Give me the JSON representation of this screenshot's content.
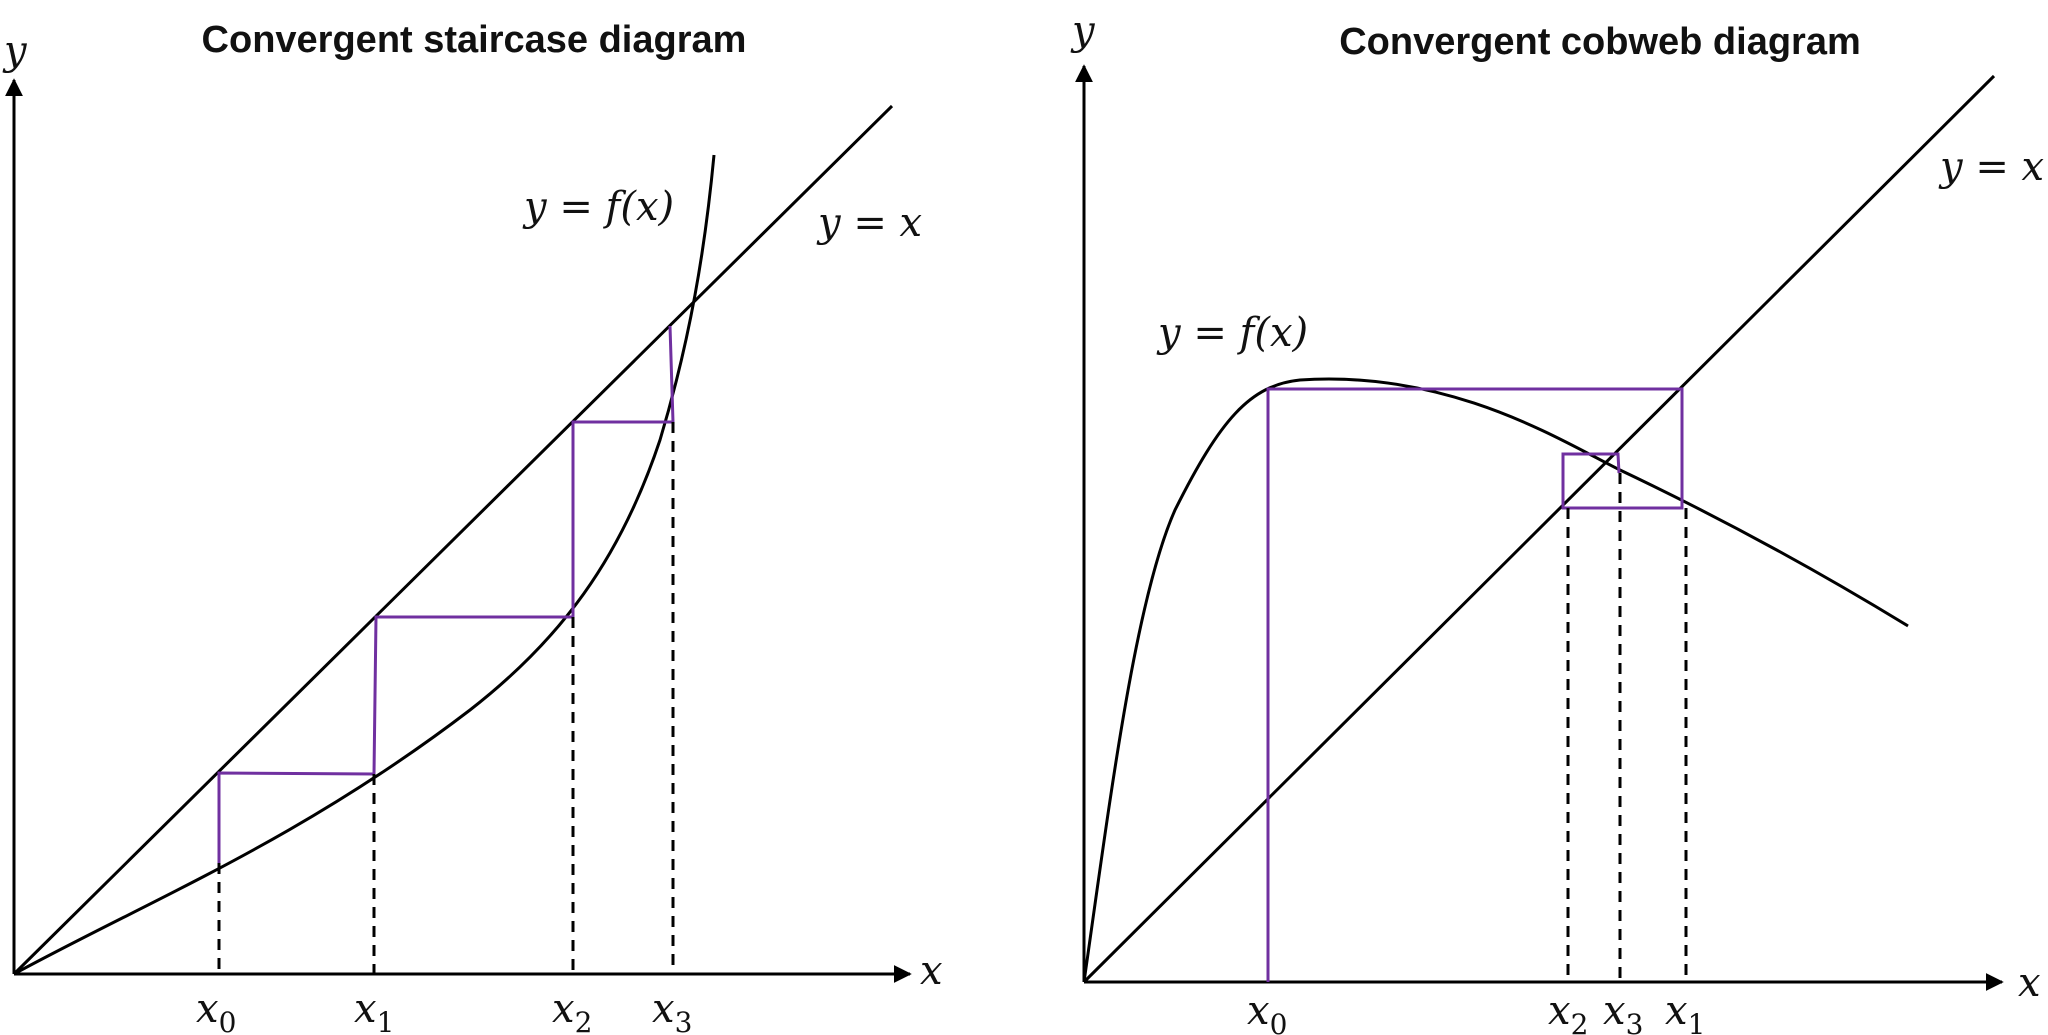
{
  "left": {
    "title": "Convergent staircase diagram",
    "y_axis_label": "y",
    "x_axis_label": "x",
    "curve_label": "y = f(x)",
    "line_label": "y = x",
    "ticks": [
      {
        "base": "x",
        "sub": "0"
      },
      {
        "base": "x",
        "sub": "1"
      },
      {
        "base": "x",
        "sub": "2"
      },
      {
        "base": "x",
        "sub": "3"
      }
    ]
  },
  "right": {
    "title": "Convergent cobweb diagram",
    "y_axis_label": "y",
    "x_axis_label": "x",
    "curve_label": "y = f(x)",
    "line_label": "y = x",
    "ticks": [
      {
        "base": "x",
        "sub": "0"
      },
      {
        "base": "x",
        "sub": "2"
      },
      {
        "base": "x",
        "sub": "3"
      },
      {
        "base": "x",
        "sub": "1"
      }
    ]
  },
  "colors": {
    "iteration_path": "#7030a0",
    "lines": "#000000"
  }
}
